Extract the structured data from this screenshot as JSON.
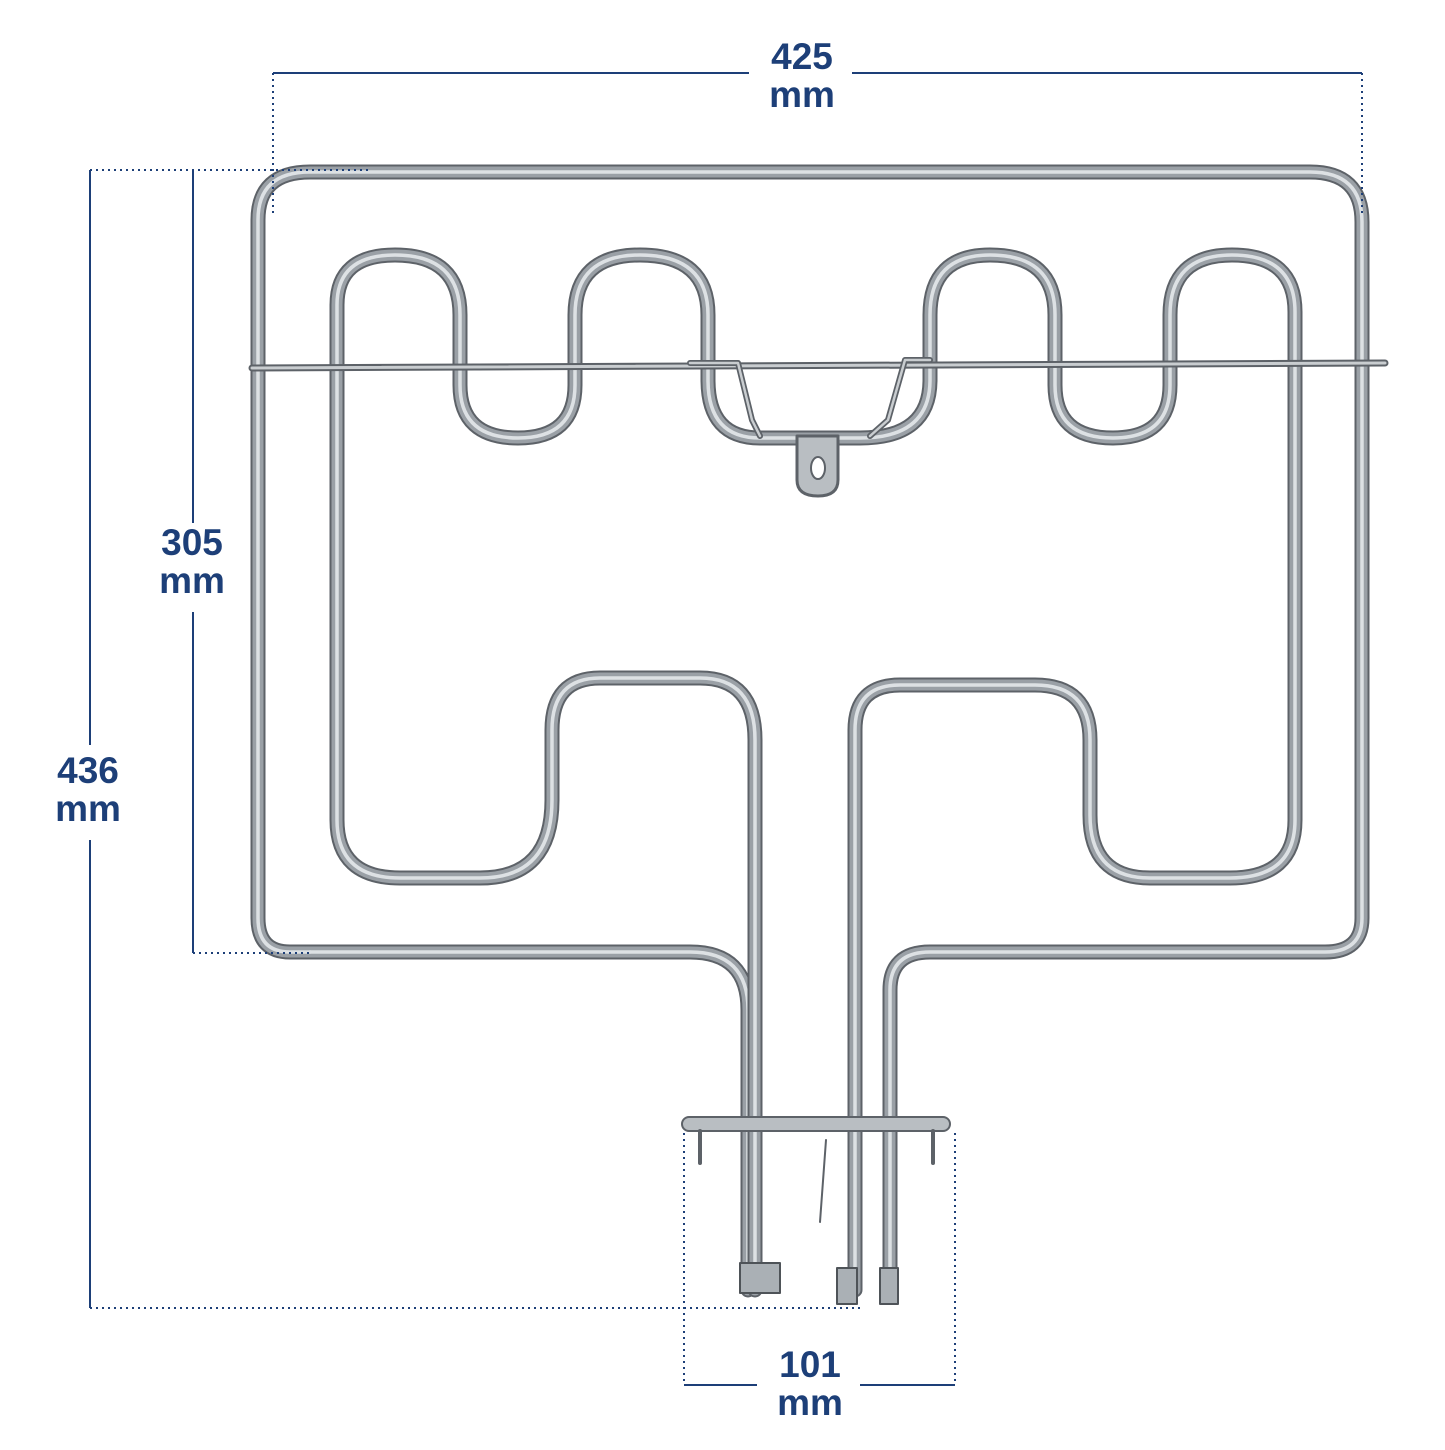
{
  "dimensions": {
    "width": {
      "value": "425",
      "unit": "mm"
    },
    "height": {
      "value": "436",
      "unit": "mm"
    },
    "depth": {
      "value": "305",
      "unit": "mm"
    },
    "terminal": {
      "value": "101",
      "unit": "mm"
    }
  },
  "colors": {
    "dimension": "#1d3f78",
    "element": "#8e949a",
    "element_highlight": "#d9dde0"
  }
}
